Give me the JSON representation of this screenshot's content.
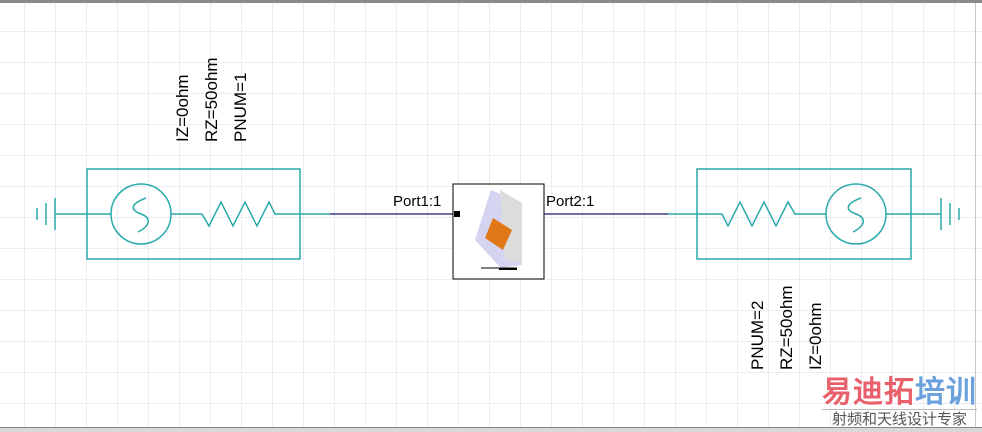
{
  "left_port": {
    "labels": [
      "PNUM=1",
      "RZ=50ohm",
      "IZ=0ohm"
    ],
    "port_label": "Port1:1"
  },
  "right_port": {
    "labels": [
      "PNUM=2",
      "RZ=50ohm",
      "IZ=0ohm"
    ],
    "port_label": "Port2:1"
  },
  "colors": {
    "wire_teal": "#2aaaaa",
    "wire_navy": "#1a1a6e",
    "component_orange": "#e07818"
  },
  "watermark": {
    "title_part1": "易迪拓",
    "title_part2": "培训",
    "subtitle": "射频和天线设计专家"
  }
}
